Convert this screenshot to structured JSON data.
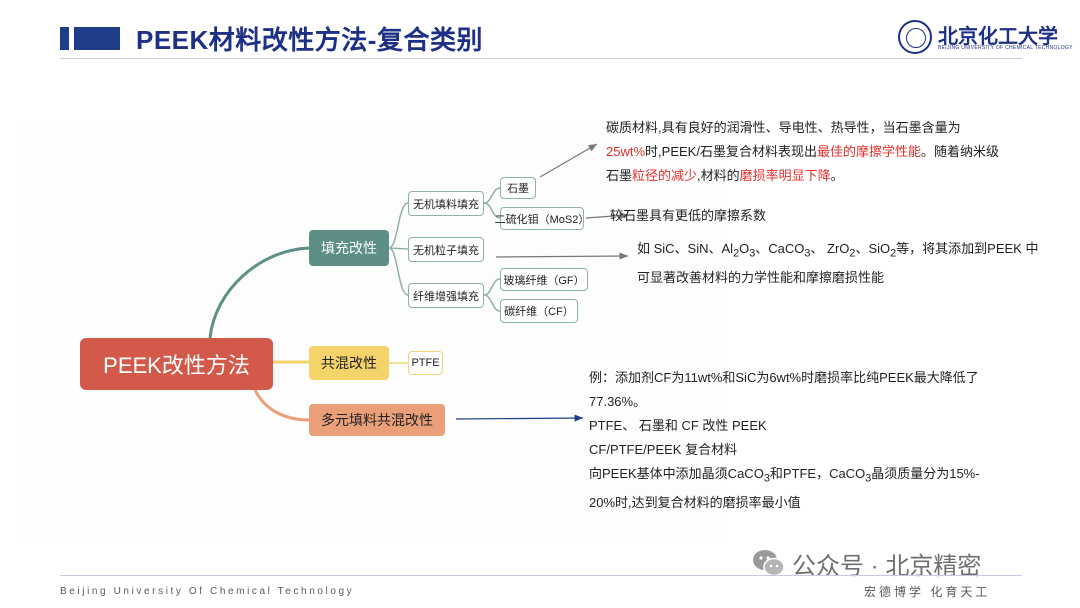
{
  "header": {
    "title": "PEEK材料改性方法-复合类别",
    "logo_cn": "北京化工大学",
    "logo_en": "BEIJING UNIVERSITY OF CHEMICAL TECHNOLOGY"
  },
  "mindmap": {
    "root": "PEEK改性方法",
    "branches": {
      "fill": "填充改性",
      "blend": "共混改性",
      "multi": "多元填料共混改性"
    },
    "fill_children": {
      "inorganic_filler": "无机填料填充",
      "inorganic_particle": "无机粒子填充",
      "fiber": "纤维增强填充"
    },
    "inorganic_filler_children": {
      "graphite": "石墨",
      "mos2": "二硫化钼（MoS2）"
    },
    "fiber_children": {
      "gf": "玻璃纤维（GF）",
      "cf": "碳纤维（CF）"
    },
    "blend_child": "PTFE"
  },
  "descriptions": {
    "graphite": {
      "line1": "碳质材料,具有良好的润滑性、导电性、热导性，当石墨含量为",
      "l2_red1": "25wt%",
      "l2_a": "时,PEEK/石墨复合材料表现出",
      "l2_red2": "最佳的摩擦学性能",
      "l2_b": "。随着纳米级",
      "l3_a": "石墨",
      "l3_red1": "粒径的减少",
      "l3_b": ",材料的",
      "l3_red2": "磨损率明显下降",
      "l3_c": "。"
    },
    "mos2": "较石墨具有更低的摩擦系数",
    "particle": {
      "line1_a": "如 SiC、SiN、Al",
      "sub_2a": "2",
      "o_text": "O",
      "sub_3": "3",
      "line1_b": "、CaCO",
      "sub_3b": "3",
      "line1_c": "、 ZrO",
      "sub_2b": "2",
      "line1_d": "、SiO",
      "sub_2c": "2",
      "line1_e": "等，将其添加到PEEK 中",
      "line2": "可显著改善材料的力学性能和摩擦磨损性能"
    },
    "multi": {
      "line1": "例：添加剂CF为11wt%和SiC为6wt%时磨损率比纯PEEK最大降低了",
      "line2": "77.36%。",
      "line3": "PTFE、 石墨和 CF 改性 PEEK",
      "line4": "CF/PTFE/PEEK 复合材料",
      "line5_a": "向PEEK基体中添加晶须CaCO",
      "line5_sub1": "3",
      "line5_b": "和PTFE，CaCO",
      "line5_sub2": "3",
      "line5_c": "晶须质量分为15%-",
      "line6": "20%时,达到复合材料的磨损率最小值"
    }
  },
  "footer": {
    "left": "Beijing University Of Chemical Technology",
    "right": "宏德博学  化育天工"
  },
  "watermark": {
    "text": "公众号 · 北京精密",
    "icon": "wechat-icon"
  },
  "colors": {
    "title": "#1e2f86",
    "root": "#d35a4a",
    "fill": "#5e8f87",
    "blend": "#f3d36a",
    "multi": "#ea9f79",
    "highlight": "#e0302c"
  }
}
